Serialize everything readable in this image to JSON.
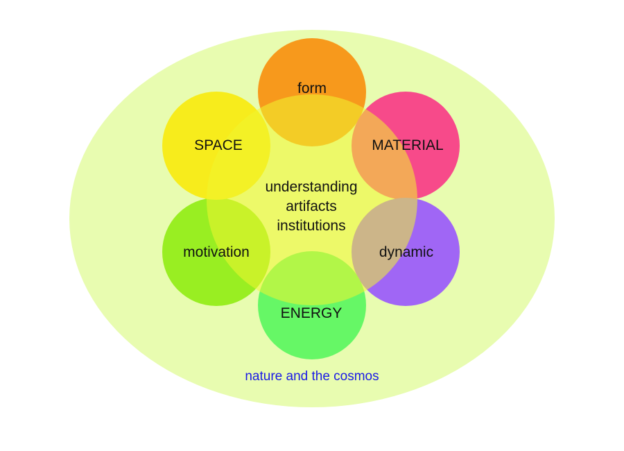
{
  "outer": {
    "label": "nature and the cosmos",
    "color": "#e8fcb0",
    "label_color": "#1a1ae6"
  },
  "center": {
    "lines": [
      "understanding",
      "artifacts",
      "institutions"
    ],
    "color": "#f0f530"
  },
  "circles": [
    {
      "label": "form",
      "color": "#f7991c"
    },
    {
      "label": "MATERIAL",
      "color": "#f74a8a"
    },
    {
      "label": "dynamic",
      "color": "#a066f5"
    },
    {
      "label": "ENERGY",
      "color": "#66f766"
    },
    {
      "label": "motivation",
      "color": "#99ee22"
    },
    {
      "label": "SPACE",
      "color": "#f7ec1c"
    }
  ]
}
